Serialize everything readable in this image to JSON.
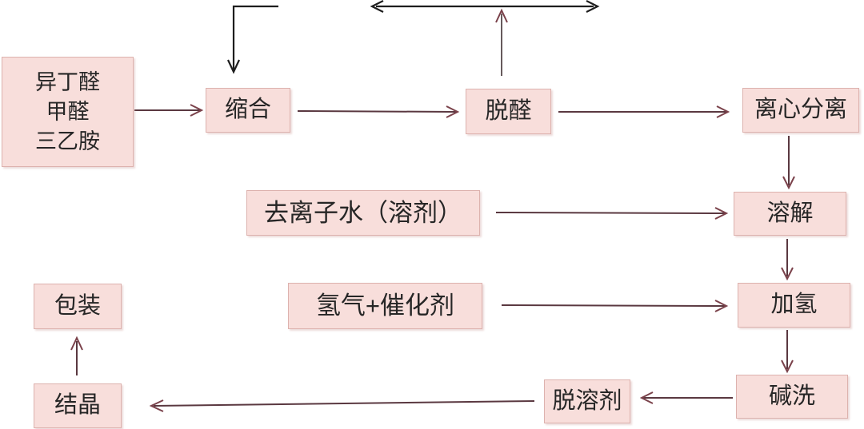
{
  "diagram": {
    "description": "Chemical production process flowchart (neopentyl glycol style route)",
    "colors": {
      "background": "#ffffff",
      "box_fill": "#f8dedb",
      "box_border": "#ddb2ae",
      "box_text": "#262626",
      "arrow_maroon": "#5a3840",
      "arrow_head_maroon": "#7a414a",
      "arrow_black": "#1e1e1e"
    },
    "nodes": {
      "feed": {
        "lines": [
          "异丁醛",
          "甲醛",
          "三乙胺"
        ]
      },
      "condensation": {
        "label": "缩合"
      },
      "dealdehyde": {
        "label": "脱醛"
      },
      "centrifuge": {
        "label": "离心分离"
      },
      "water": {
        "label": "去离子水（溶剂）"
      },
      "dissolve": {
        "label": "溶解"
      },
      "hydrogen": {
        "label": "氢气+催化剂"
      },
      "hydrogenation": {
        "label": "加氢"
      },
      "alkali_wash": {
        "label": "碱洗"
      },
      "desolvent": {
        "label": "脱溶剂"
      },
      "crystallize": {
        "label": "结晶"
      },
      "packaging": {
        "label": "包装"
      }
    },
    "edges": [
      {
        "from": "feed",
        "to": "condensation",
        "type": "arrow"
      },
      {
        "from": "recycle-elbow",
        "to": "condensation",
        "type": "arrow"
      },
      {
        "from": "condensation",
        "to": "dealdehyde",
        "type": "arrow"
      },
      {
        "from": "dealdehyde",
        "to": "recycle-top",
        "type": "arrow"
      },
      {
        "from": "recycle-top-left",
        "to": "recycle-top-right",
        "type": "double-arrow"
      },
      {
        "from": "dealdehyde",
        "to": "centrifuge",
        "type": "arrow"
      },
      {
        "from": "centrifuge",
        "to": "dissolve",
        "type": "arrow"
      },
      {
        "from": "water",
        "to": "dissolve",
        "type": "arrow"
      },
      {
        "from": "dissolve",
        "to": "hydrogenation",
        "type": "arrow"
      },
      {
        "from": "hydrogen",
        "to": "hydrogenation",
        "type": "arrow"
      },
      {
        "from": "hydrogenation",
        "to": "alkali_wash",
        "type": "arrow"
      },
      {
        "from": "alkali_wash",
        "to": "desolvent",
        "type": "arrow"
      },
      {
        "from": "desolvent",
        "to": "crystallize",
        "type": "arrow"
      },
      {
        "from": "crystallize",
        "to": "packaging",
        "type": "arrow"
      }
    ]
  }
}
